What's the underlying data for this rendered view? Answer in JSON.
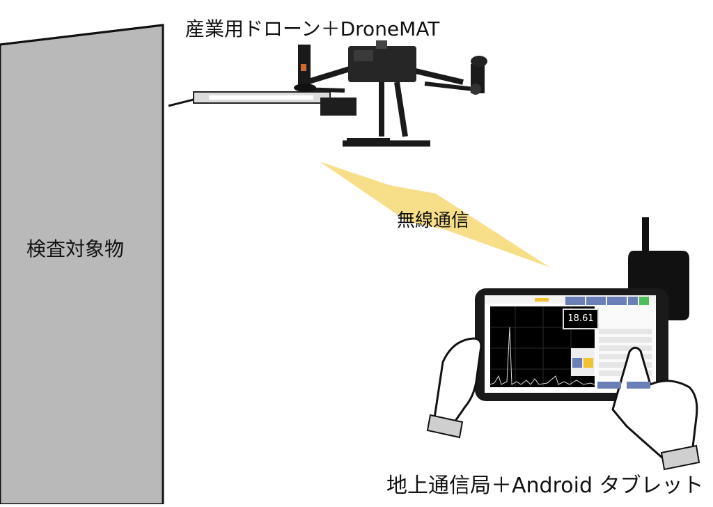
{
  "labels": {
    "drone": "産業用ドローン＋DroneMAT",
    "target": "検査対象物",
    "wireless": "無線通信",
    "ground": "地上通信局＋Android タブレット"
  },
  "tablet": {
    "readout": "18.61"
  },
  "colors": {
    "cylinder_fill": "#b9b9b9",
    "lightning": "#f7df8a",
    "tablet_frame": "#1a1a1a",
    "ui_tab": "#6a7fb8",
    "ui_tab_active": "#4cbf5a",
    "ui_highlight": "#f2c230"
  }
}
